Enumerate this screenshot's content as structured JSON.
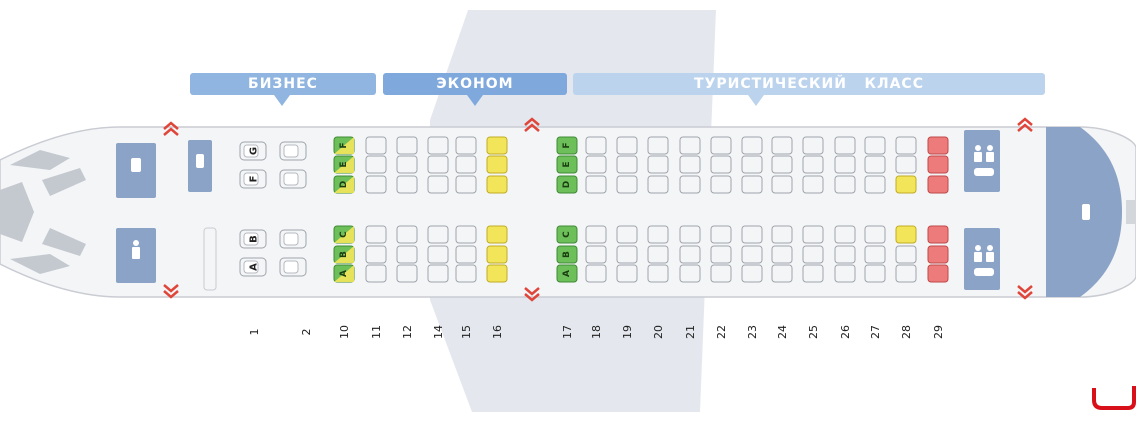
{
  "colors": {
    "business_banner": "#8fb5e0",
    "economy_banner": "#7fa9dc",
    "tourist_banner": "#bcd3ee",
    "fuselage_fill": "#f2f3f5",
    "fuselage_stroke": "#c9ccd2",
    "service_panel": "#8aa3c6",
    "seat_free": "#f4f5f7",
    "seat_free_stroke": "#9ea3aa",
    "seat_green": "#6dbf5a",
    "seat_green_stroke": "#3f8a35",
    "seat_yellow": "#f3e55a",
    "seat_yellow_stroke": "#c0ad24",
    "seat_red": "#ee7b7b",
    "seat_red_stroke": "#c04848",
    "exit_arrow": "#e0453a",
    "wing": "#e2e6ec",
    "brand_mark": "#d8101a"
  },
  "banners": {
    "business": "БИЗНЕС",
    "economy": "ЭКОНОМ",
    "tourist": "ТУРИСТИЧЕСКИЙ   КЛАСС"
  },
  "row_numbers": [
    "1",
    "2",
    "10",
    "11",
    "12",
    "14",
    "15",
    "16",
    "17",
    "18",
    "19",
    "20",
    "21",
    "22",
    "23",
    "24",
    "25",
    "26",
    "27",
    "28",
    "29"
  ],
  "seat_letters": {
    "business_upper": [
      "G",
      "F"
    ],
    "business_lower": [
      "B",
      "A"
    ],
    "row10_upper": "D E F",
    "row10_lower": "A B C",
    "row17_upper": "D E F",
    "row17_lower": "A B C"
  },
  "seat_status": {
    "row10": "green-yellow",
    "row16": "yellow",
    "row17": "green",
    "row28": {
      "D": "yellow",
      "C": "yellow"
    },
    "row29": "red"
  },
  "icons": {
    "front_galley": "galley-icon",
    "front_lavatory": "lavatory-icon",
    "rear_lavatory_upper": "lavatory-icon",
    "rear_lavatory_lower": "lavatory-icon",
    "rear_galley": "galley-icon",
    "exit": "exit-chevron-icon"
  }
}
